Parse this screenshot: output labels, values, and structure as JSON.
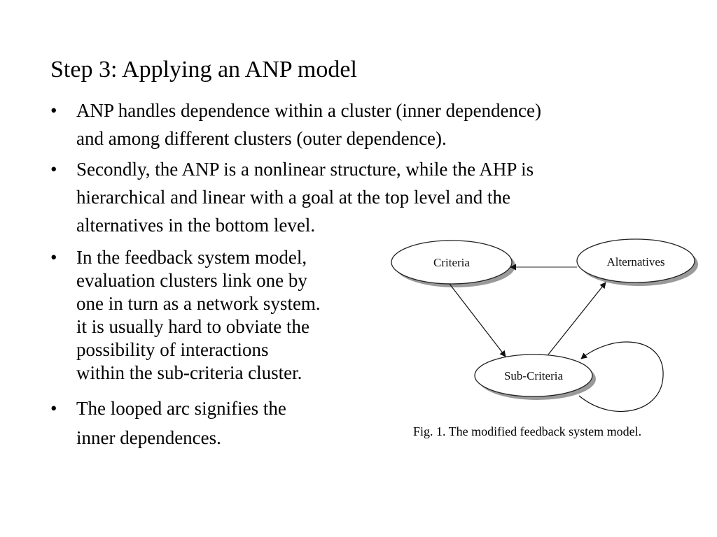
{
  "slide": {
    "title": "Step 3: Applying an ANP model",
    "bullet_symbol": "•",
    "bullets": [
      {
        "lines": [
          "ANP handles dependence within a cluster (inner dependence)",
          "and among different clusters (outer dependence)."
        ]
      },
      {
        "lines": [
          "Secondly, the ANP is a nonlinear structure, while the AHP is",
          "hierarchical and linear with a goal at the top level and the",
          "alternatives in the bottom level."
        ]
      },
      {
        "lines": [
          "In the feedback system model,",
          "evaluation clusters link one by",
          "one in turn as a network system.",
          "it is usually hard to obviate the",
          "possibility of interactions",
          "within the sub-criteria cluster."
        ]
      },
      {
        "lines": [
          "The looped arc signifies the",
          "inner dependences."
        ]
      }
    ]
  },
  "diagram": {
    "nodes": {
      "criteria": "Criteria",
      "alternatives": "Alternatives",
      "subcriteria": "Sub-Criteria"
    },
    "caption": "Fig. 1.  The modified feedback system model."
  }
}
